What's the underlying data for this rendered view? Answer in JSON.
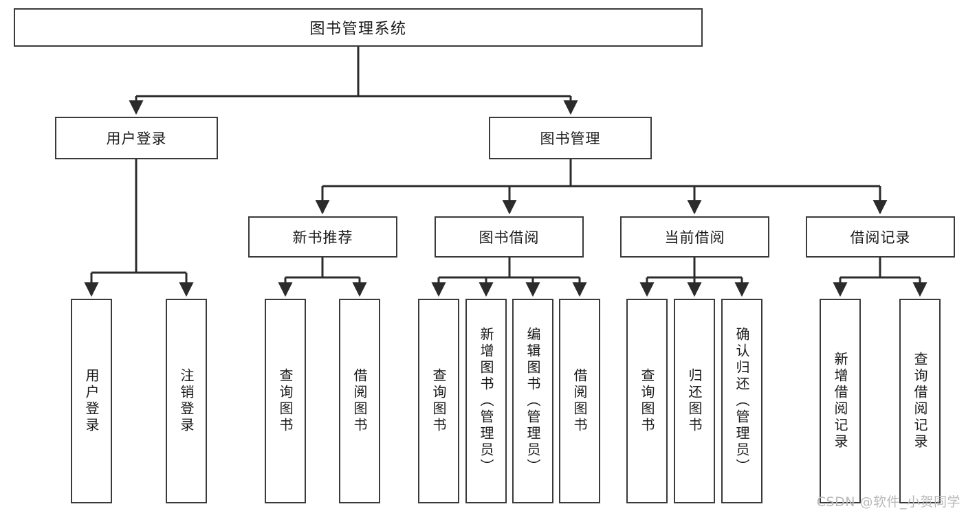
{
  "diagram": {
    "type": "tree-hierarchy-chart",
    "title": "图书管理系统",
    "watermark": "CSDN @软件_小贺同学",
    "colors": {
      "box_border": "#3a3a3a",
      "box_fill": "#ffffff",
      "connector": "#2b2b2b",
      "text": "#1a1a1a",
      "watermark": "#b9b9b9"
    },
    "root": {
      "label": "图书管理系统"
    },
    "level2": [
      {
        "label": "用户登录"
      },
      {
        "label": "图书管理"
      }
    ],
    "level3": [
      {
        "label": "新书推荐"
      },
      {
        "label": "图书借阅"
      },
      {
        "label": "当前借阅"
      },
      {
        "label": "借阅记录"
      }
    ],
    "leaves": {
      "user_login": [
        {
          "label": "用户登录"
        },
        {
          "label": "注销登录"
        }
      ],
      "new_book": [
        {
          "label": "查询图书"
        },
        {
          "label": "借阅图书"
        }
      ],
      "book_borrow": [
        {
          "label": "查询图书"
        },
        {
          "label": "新增图书（管理员）"
        },
        {
          "label": "编辑图书（管理员）"
        },
        {
          "label": "借阅图书"
        }
      ],
      "current_borrow": [
        {
          "label": "查询图书"
        },
        {
          "label": "归还图书"
        },
        {
          "label": "确认归还（管理员）"
        }
      ],
      "borrow_record": [
        {
          "label": "新增借阅记录"
        },
        {
          "label": "查询借阅记录"
        }
      ]
    }
  }
}
